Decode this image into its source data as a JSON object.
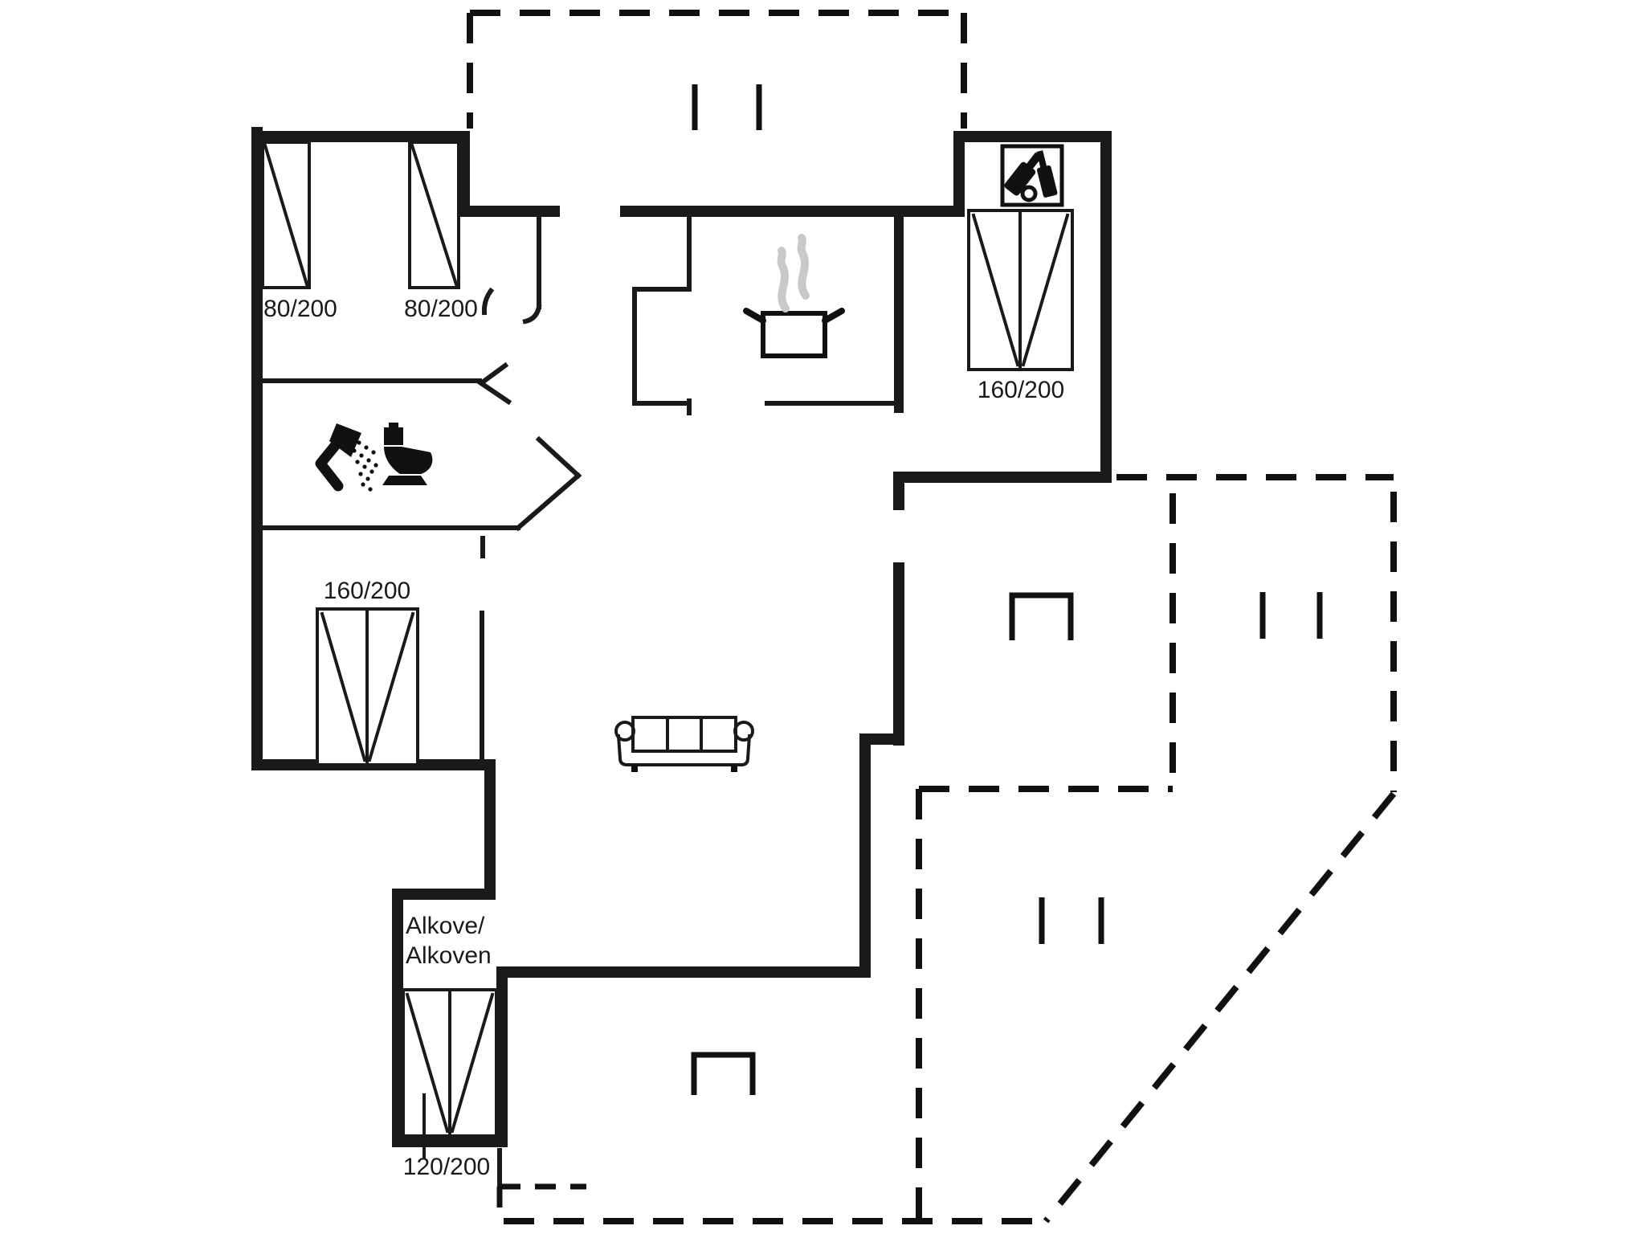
{
  "plan": {
    "background_color": "#ffffff",
    "line_color": "#1a1a1a",
    "dash_color": "#111111",
    "steam_color": "#c9c9c9",
    "labels": {
      "bed_single_1": "80/200",
      "bed_single_2": "80/200",
      "bed_double_top_right": "160/200",
      "bed_double_middle_left": "160/200",
      "alcove_line1": "Alkove/",
      "alcove_line2": "Alkoven",
      "bed_alcove": "120/200"
    },
    "icons": [
      "shower-icon",
      "toilet-icon",
      "cooking-pot-icon",
      "steam-icon",
      "bottle-cabinet-icon",
      "sofa-icon",
      "window-marker-icon",
      "door-swing-icon",
      "door-chevron-icon",
      "step-marker-icon"
    ]
  }
}
